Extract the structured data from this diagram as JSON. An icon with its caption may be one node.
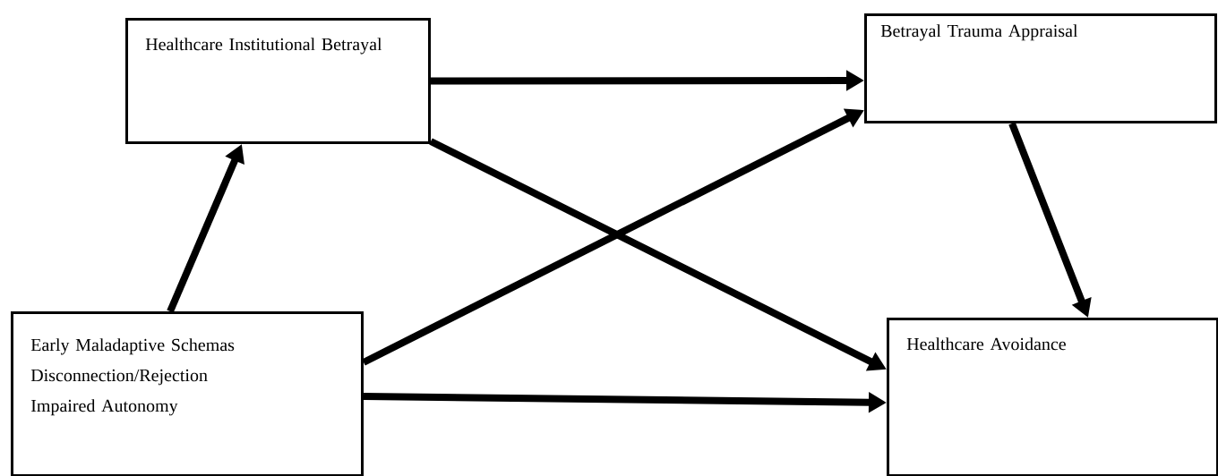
{
  "diagram": {
    "nodes": [
      {
        "text": [
          "Healthcare Institutional Betrayal"
        ]
      },
      {
        "text": [
          "Betrayal Trauma Appraisal"
        ]
      },
      {
        "text": [
          "Early Maladaptive Schemas",
          "Disconnection/Rejection",
          "Impaired Autonomy"
        ]
      },
      {
        "text": [
          "Healthcare Avoidance"
        ]
      }
    ],
    "edges": [
      {
        "from": 2,
        "to": 0,
        "arrow": "to"
      },
      {
        "from": 0,
        "to": 1,
        "arrow": "to"
      },
      {
        "from": 0,
        "to": 3,
        "arrow": "to"
      },
      {
        "from": 2,
        "to": 1,
        "arrow": "to"
      },
      {
        "from": 2,
        "to": 3,
        "arrow": "to"
      },
      {
        "from": 1,
        "to": 3,
        "arrow": "to"
      }
    ]
  }
}
